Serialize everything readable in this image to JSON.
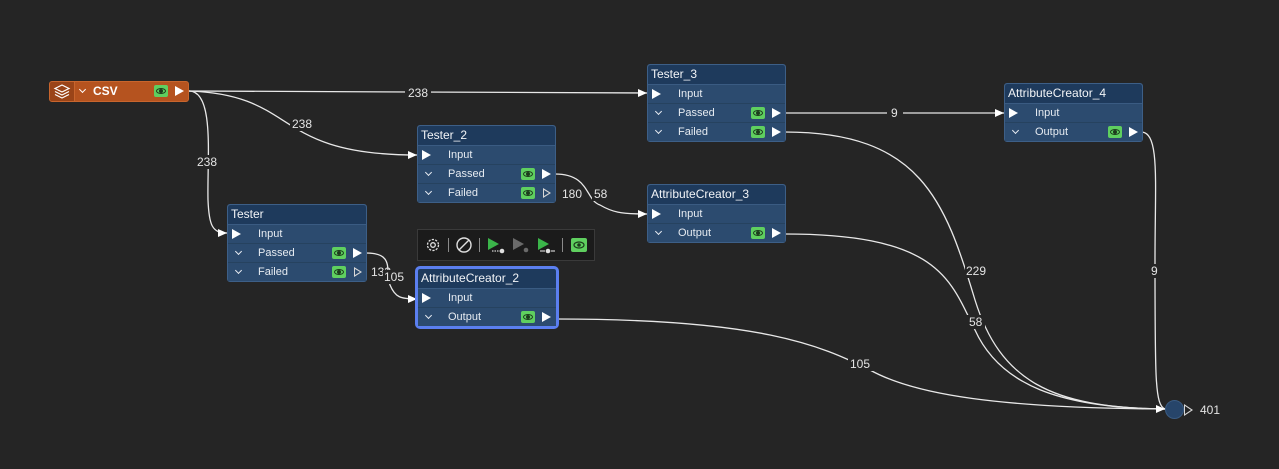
{
  "reader": {
    "label": "CSV",
    "icon": "layers-icon"
  },
  "nodes": {
    "tester_3": {
      "title": "Tester_3",
      "input": "Input",
      "passed": "Passed",
      "failed": "Failed"
    },
    "tester_2": {
      "title": "Tester_2",
      "input": "Input",
      "passed": "Passed",
      "failed": "Failed"
    },
    "tester": {
      "title": "Tester",
      "input": "Input",
      "passed": "Passed",
      "failed": "Failed"
    },
    "attribute_creator_4": {
      "title": "AttributeCreator_4",
      "input": "Input",
      "output": "Output"
    },
    "attribute_creator_3": {
      "title": "AttributeCreator_3",
      "input": "Input",
      "output": "Output"
    },
    "attribute_creator_2": {
      "title": "AttributeCreator_2",
      "input": "Input",
      "output": "Output"
    }
  },
  "connection_counts": {
    "csv_to_tester_3": "238",
    "csv_to_tester_2": "238",
    "csv_to_tester": "238",
    "tester_3_passed": "9",
    "tester_2_passed": "58",
    "tester_2_failed_unconnected": "180",
    "tester_passed": "105",
    "tester_failed_unconnected": "133",
    "tester_3_failed": "229",
    "attribute_creator_3_output": "58",
    "attribute_creator_2_output": "105",
    "attribute_creator_4_output": "9",
    "junction_output": "401"
  },
  "toolbar": {
    "buttons": [
      "gear-icon",
      "disable-icon",
      "run-to-this-icon",
      "run-from-this-icon",
      "run-just-this-icon",
      "inspect-icon"
    ]
  },
  "colors": {
    "canvas": "#252525",
    "node_body": "#2c4a6e",
    "node_header": "#1e3a5c",
    "reader": "#b5531f",
    "eye_icon": "#5fcf5f",
    "selection": "#5b7ff0"
  }
}
